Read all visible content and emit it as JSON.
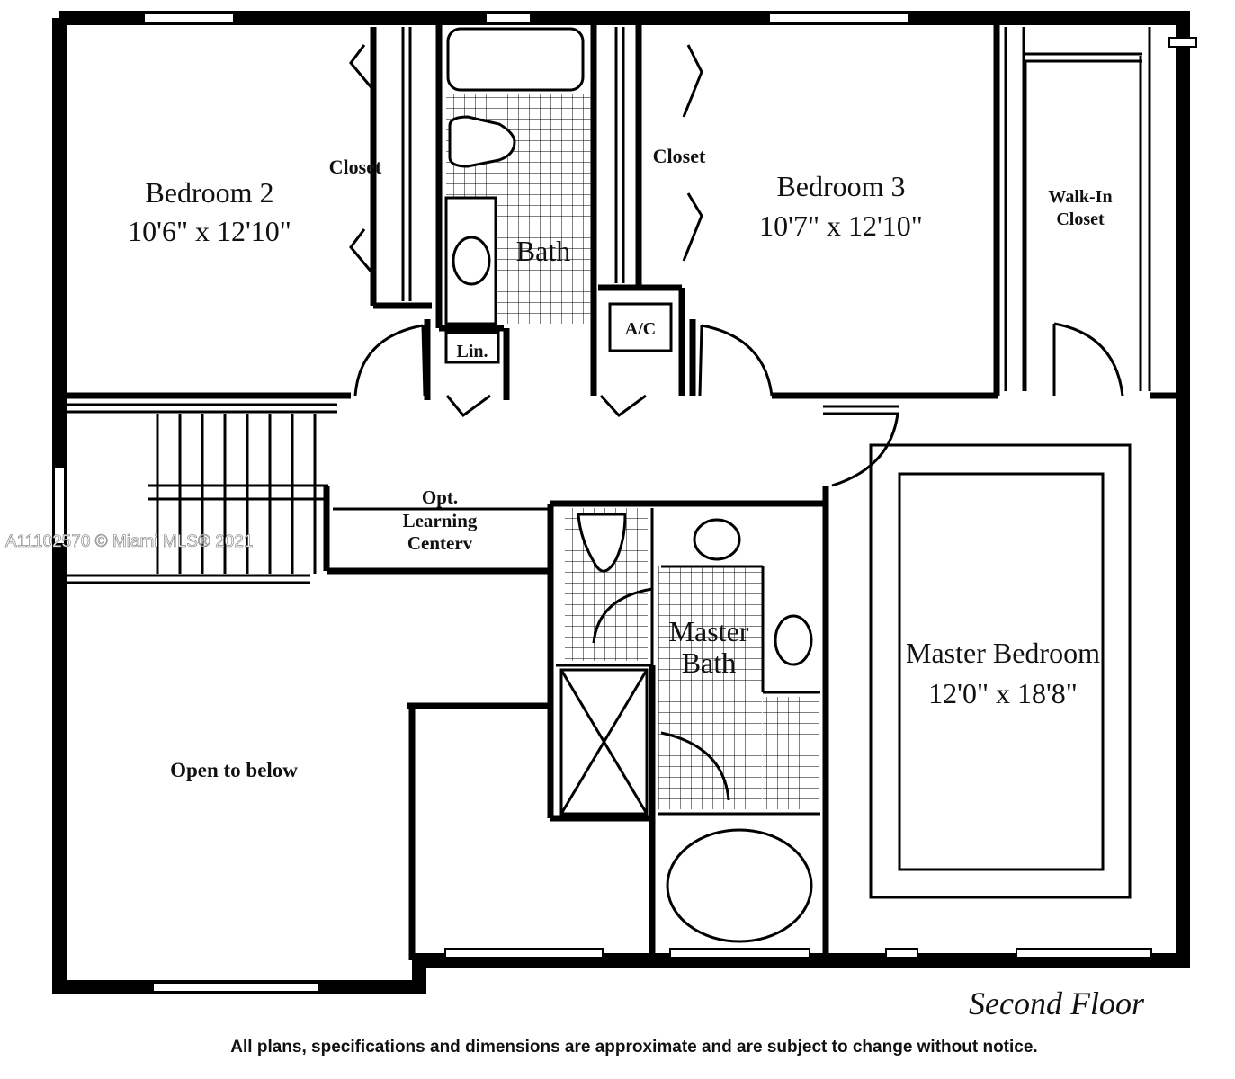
{
  "floor_title": "Second Floor",
  "disclaimer": "All plans, specifications and dimensions are approximate and are subject to change without notice.",
  "watermark": "A11102570 © Miami MLS® 2021",
  "rooms": {
    "bedroom2": {
      "name": "Bedroom 2",
      "size": "10'6\" x 12'10\""
    },
    "bedroom3": {
      "name": "Bedroom 3",
      "size": "10'7\" x 12'10\""
    },
    "master_bedroom": {
      "name": "Master Bedroom",
      "size": "12'0\" x 18'8\""
    },
    "bath": {
      "name": "Bath"
    },
    "master_bath": {
      "line1": "Master",
      "line2": "Bath"
    },
    "closet_left": {
      "name": "Closet"
    },
    "closet_right": {
      "name": "Closet"
    },
    "walk_in": {
      "line1": "Walk-In",
      "line2": "Closet"
    },
    "linen": {
      "name": "Lin."
    },
    "ac": {
      "name": "A/C"
    },
    "learning_center": {
      "line1": "Opt.",
      "line2": "Learning",
      "line3": "Centerv"
    },
    "open_below": {
      "name": "Open to below"
    }
  }
}
